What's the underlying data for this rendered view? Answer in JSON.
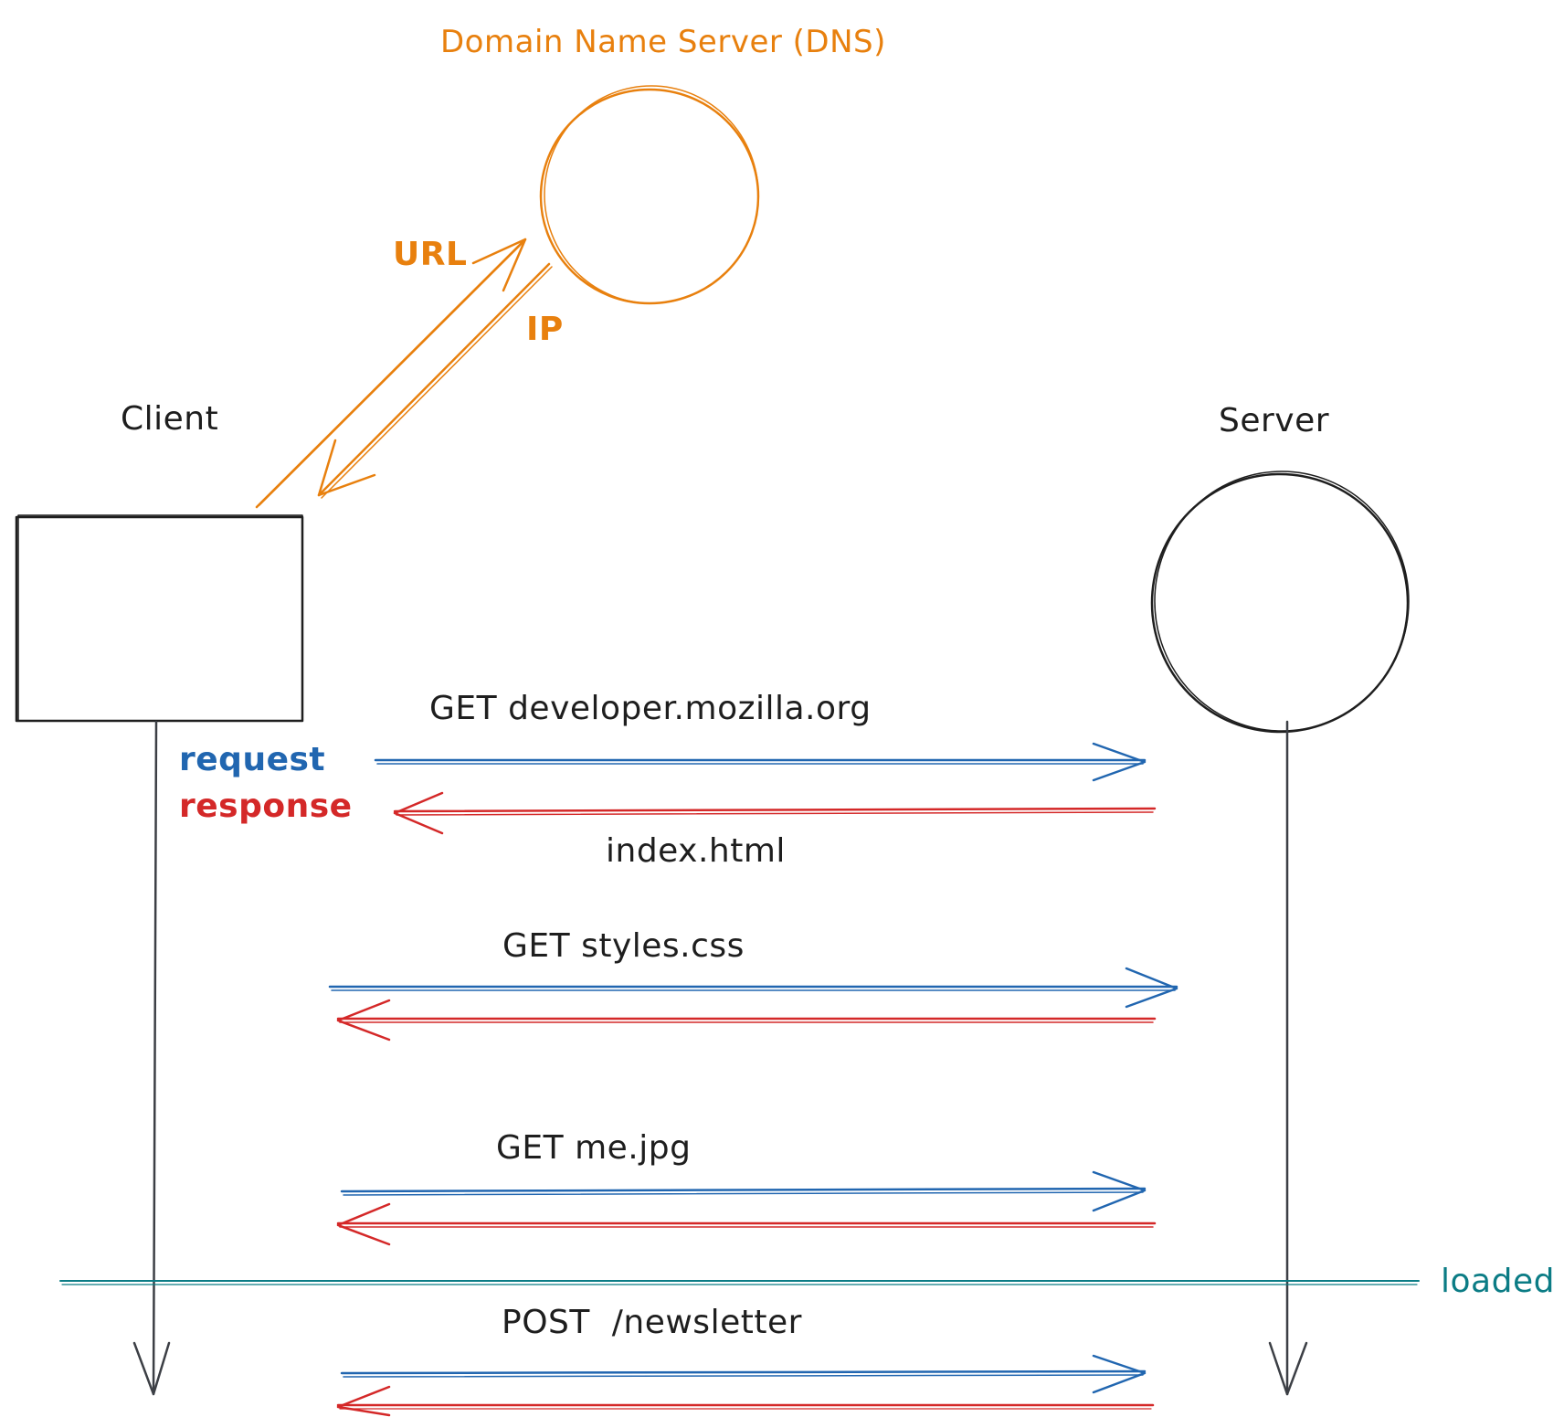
{
  "colors": {
    "dns": "#e8800e",
    "request": "#2166b0",
    "response": "#d42828",
    "loaded": "#0b7c85",
    "ink": "#1e1e1e",
    "lifeline": "#3c3f45"
  },
  "dns": {
    "title": "Domain Name Server (DNS)",
    "url_label": "URL",
    "ip_label": "IP"
  },
  "client": {
    "label": "Client"
  },
  "server": {
    "label": "Server"
  },
  "legend": {
    "request": "request",
    "response": "response"
  },
  "messages": {
    "get_page": "GET developer.mozilla.org",
    "index_html": "index.html",
    "get_styles": "GET styles.css",
    "get_image": "GET me.jpg",
    "post_newsletter": "POST  /newsletter"
  },
  "loaded_label": "loaded"
}
